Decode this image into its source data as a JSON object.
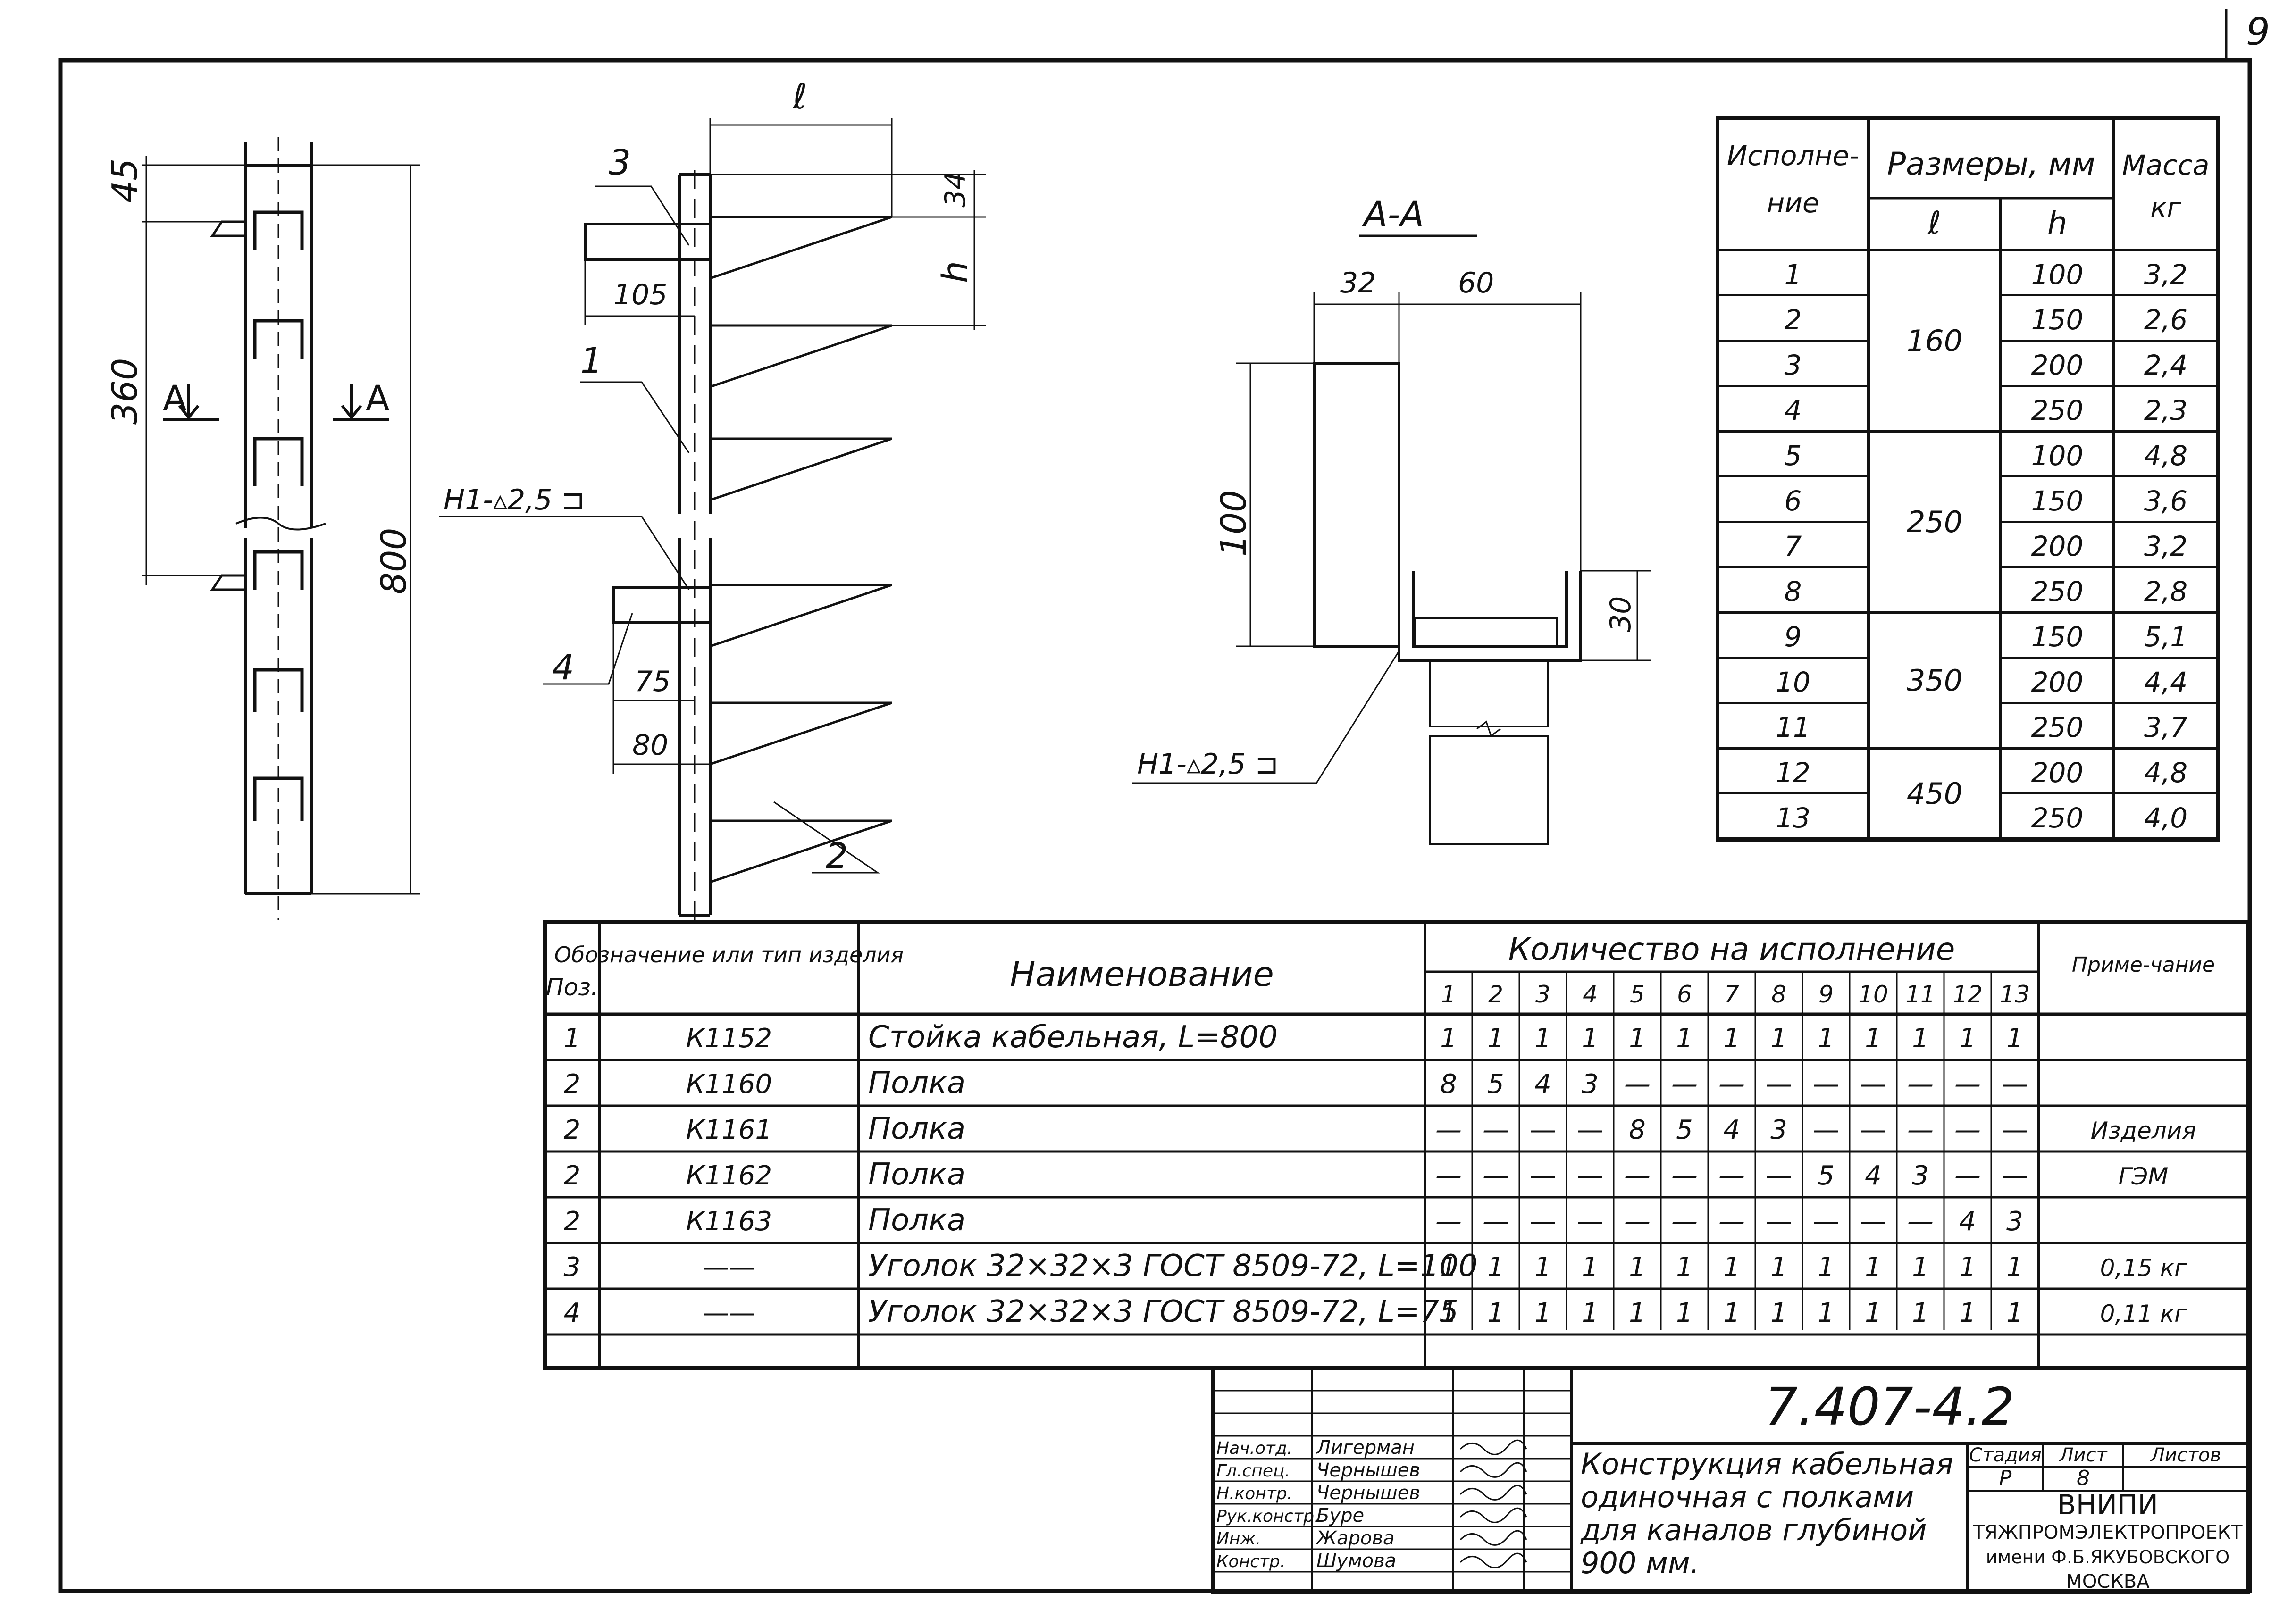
{
  "sheet_number": "9",
  "left_view": {
    "dim_top": "45",
    "dim_spacing": "360",
    "dim_total": "800",
    "section_marker": "A"
  },
  "middle_view": {
    "dim_l": "ℓ",
    "dim_34": "34",
    "dim_h": "h",
    "dim_105": "105",
    "dim_75": "75",
    "dim_80": "80",
    "pos_3": "3",
    "pos_1": "1",
    "pos_4": "4",
    "pos_2": "2",
    "weld_label": "Н1-▵2,5 ⊐"
  },
  "section_view": {
    "title": "А-А",
    "dim_32": "32",
    "dim_60": "60",
    "dim_100": "100",
    "dim_30": "30",
    "weld_label": "Н1-▵2,5 ⊐"
  },
  "mass_table": {
    "headers": {
      "variant": "Исполне-\nние",
      "dims": "Размеры, мм",
      "l": "ℓ",
      "h": "h",
      "mass": "Масса",
      "mass_unit": "кг"
    },
    "groups": [
      {
        "l": "160",
        "rows": [
          [
            "1",
            "100",
            "3,2"
          ],
          [
            "2",
            "150",
            "2,6"
          ],
          [
            "3",
            "200",
            "2,4"
          ],
          [
            "4",
            "250",
            "2,3"
          ]
        ]
      },
      {
        "l": "250",
        "rows": [
          [
            "5",
            "100",
            "4,8"
          ],
          [
            "6",
            "150",
            "3,6"
          ],
          [
            "7",
            "200",
            "3,2"
          ],
          [
            "8",
            "250",
            "2,8"
          ]
        ]
      },
      {
        "l": "350",
        "rows": [
          [
            "9",
            "150",
            "5,1"
          ],
          [
            "10",
            "200",
            "4,4"
          ],
          [
            "11",
            "250",
            "3,7"
          ]
        ]
      },
      {
        "l": "450",
        "rows": [
          [
            "12",
            "200",
            "4,8"
          ],
          [
            "13",
            "250",
            "4,0"
          ]
        ]
      }
    ]
  },
  "spec_table": {
    "headers": {
      "pos": "Поз.",
      "designation": "Обозначение или тип изделия",
      "name": "Наименование",
      "qty": "Количество на исполнение",
      "note": "Приме-чание"
    },
    "variants": [
      "1",
      "2",
      "3",
      "4",
      "5",
      "6",
      "7",
      "8",
      "9",
      "10",
      "11",
      "12",
      "13"
    ],
    "rows": [
      {
        "pos": "1",
        "designation": "К1152",
        "name": "Стойка кабельная, L=800",
        "qty": [
          "1",
          "1",
          "1",
          "1",
          "1",
          "1",
          "1",
          "1",
          "1",
          "1",
          "1",
          "1",
          "1"
        ],
        "note": ""
      },
      {
        "pos": "2",
        "designation": "К1160",
        "name": "Полка",
        "qty": [
          "8",
          "5",
          "4",
          "3",
          "—",
          "—",
          "—",
          "—",
          "—",
          "—",
          "—",
          "—",
          "—"
        ],
        "note": ""
      },
      {
        "pos": "2",
        "designation": "К1161",
        "name": "Полка",
        "qty": [
          "—",
          "—",
          "—",
          "—",
          "8",
          "5",
          "4",
          "3",
          "—",
          "—",
          "—",
          "—",
          "—"
        ],
        "note": "Изделия"
      },
      {
        "pos": "2",
        "designation": "К1162",
        "name": "Полка",
        "qty": [
          "—",
          "—",
          "—",
          "—",
          "—",
          "—",
          "—",
          "—",
          "5",
          "4",
          "3",
          "—",
          "—"
        ],
        "note": "ГЭМ"
      },
      {
        "pos": "2",
        "designation": "К1163",
        "name": "Полка",
        "qty": [
          "—",
          "—",
          "—",
          "—",
          "—",
          "—",
          "—",
          "—",
          "—",
          "—",
          "—",
          "4",
          "3"
        ],
        "note": ""
      },
      {
        "pos": "3",
        "designation": "——",
        "name": "Уголок 32×32×3 ГОСТ 8509-72, L=100",
        "qty": [
          "1",
          "1",
          "1",
          "1",
          "1",
          "1",
          "1",
          "1",
          "1",
          "1",
          "1",
          "1",
          "1"
        ],
        "note": "0,15 кг"
      },
      {
        "pos": "4",
        "designation": "——",
        "name": "Уголок 32×32×3 ГОСТ 8509-72, L=75",
        "qty": [
          "1",
          "1",
          "1",
          "1",
          "1",
          "1",
          "1",
          "1",
          "1",
          "1",
          "1",
          "1",
          "1"
        ],
        "note": "0,11 кг"
      }
    ]
  },
  "title_block": {
    "doc_number": "7.407-4.2",
    "staff": [
      {
        "role": "Нач.отд.",
        "name": "Лигерман"
      },
      {
        "role": "Гл.спец.",
        "name": "Чернышев"
      },
      {
        "role": "Н.контр.",
        "name": "Чернышев"
      },
      {
        "role": "Рук.констр.",
        "name": "Буре"
      },
      {
        "role": "Инж.",
        "name": "Жарова"
      },
      {
        "role": "Констр.",
        "name": "Шумова"
      }
    ],
    "title_lines": [
      "Конструкция кабельная",
      "одиночная с полками",
      "для каналов глубиной",
      "900 мм."
    ],
    "stage_label": "Стадия",
    "sheet_label": "Лист",
    "sheets_label": "Листов",
    "stage": "Р",
    "sheet": "8",
    "org_lines": [
      "ВНИПИ",
      "ТЯЖПРОМЭЛЕКТРОПРОЕКТ",
      "имени Ф.Б.ЯКУБОВСКОГО",
      "МОСКВА"
    ]
  },
  "colors": {
    "ink": "#111111",
    "paper": "#ffffff"
  }
}
